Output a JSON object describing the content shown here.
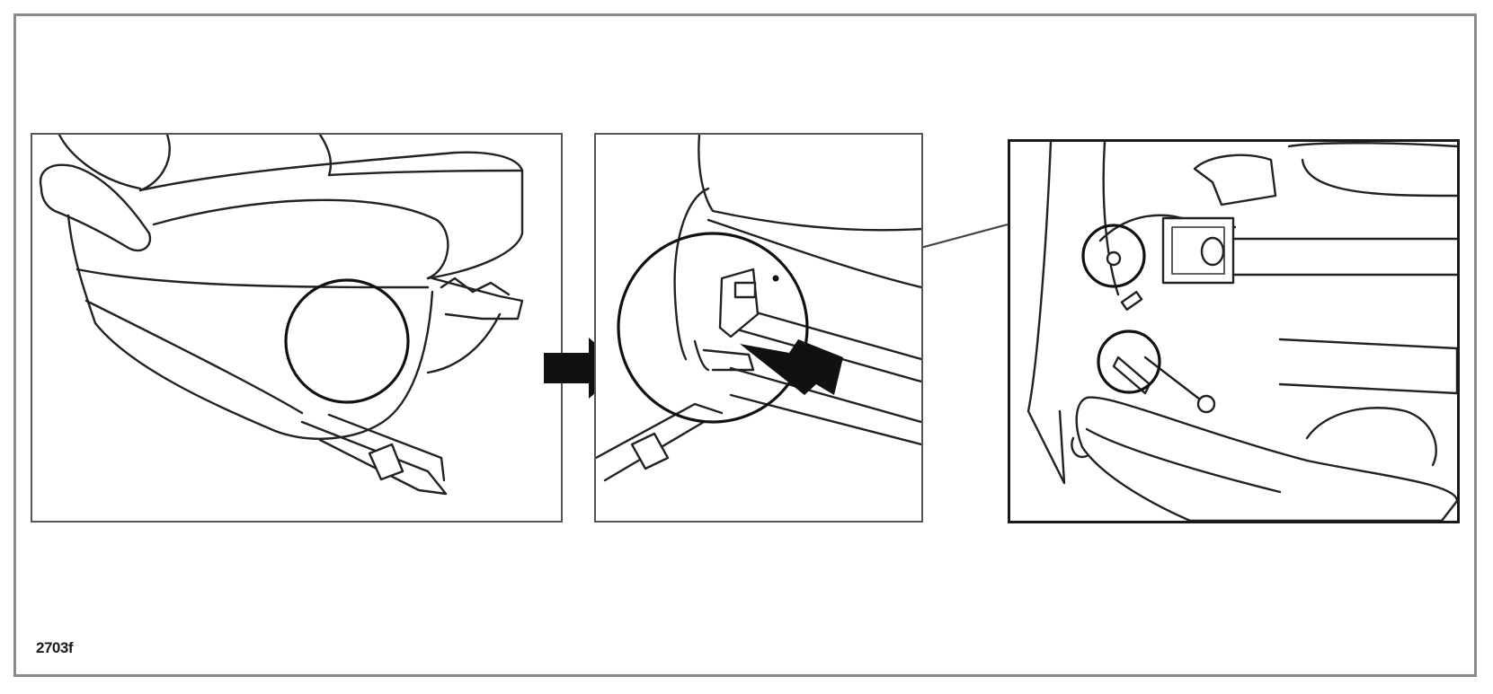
{
  "figure": {
    "id_label": "2703f",
    "colors": {
      "line": "#222222",
      "frame": "#8a8a8a",
      "arrow": "#111111",
      "background": "#ffffff"
    }
  },
  "panels": [
    {
      "name": "seat-overview",
      "highlight": "circle-on-seat-base-trim"
    },
    {
      "name": "seat-base-closeup",
      "highlight": "circle-on-trim-clip",
      "arrow": "push-arrow"
    },
    {
      "name": "fixing-detail",
      "highlight": "two-circles-on-fixing-points"
    }
  ],
  "connector": {
    "from": "panel-2-magnified-circle",
    "to": "panel-3"
  }
}
